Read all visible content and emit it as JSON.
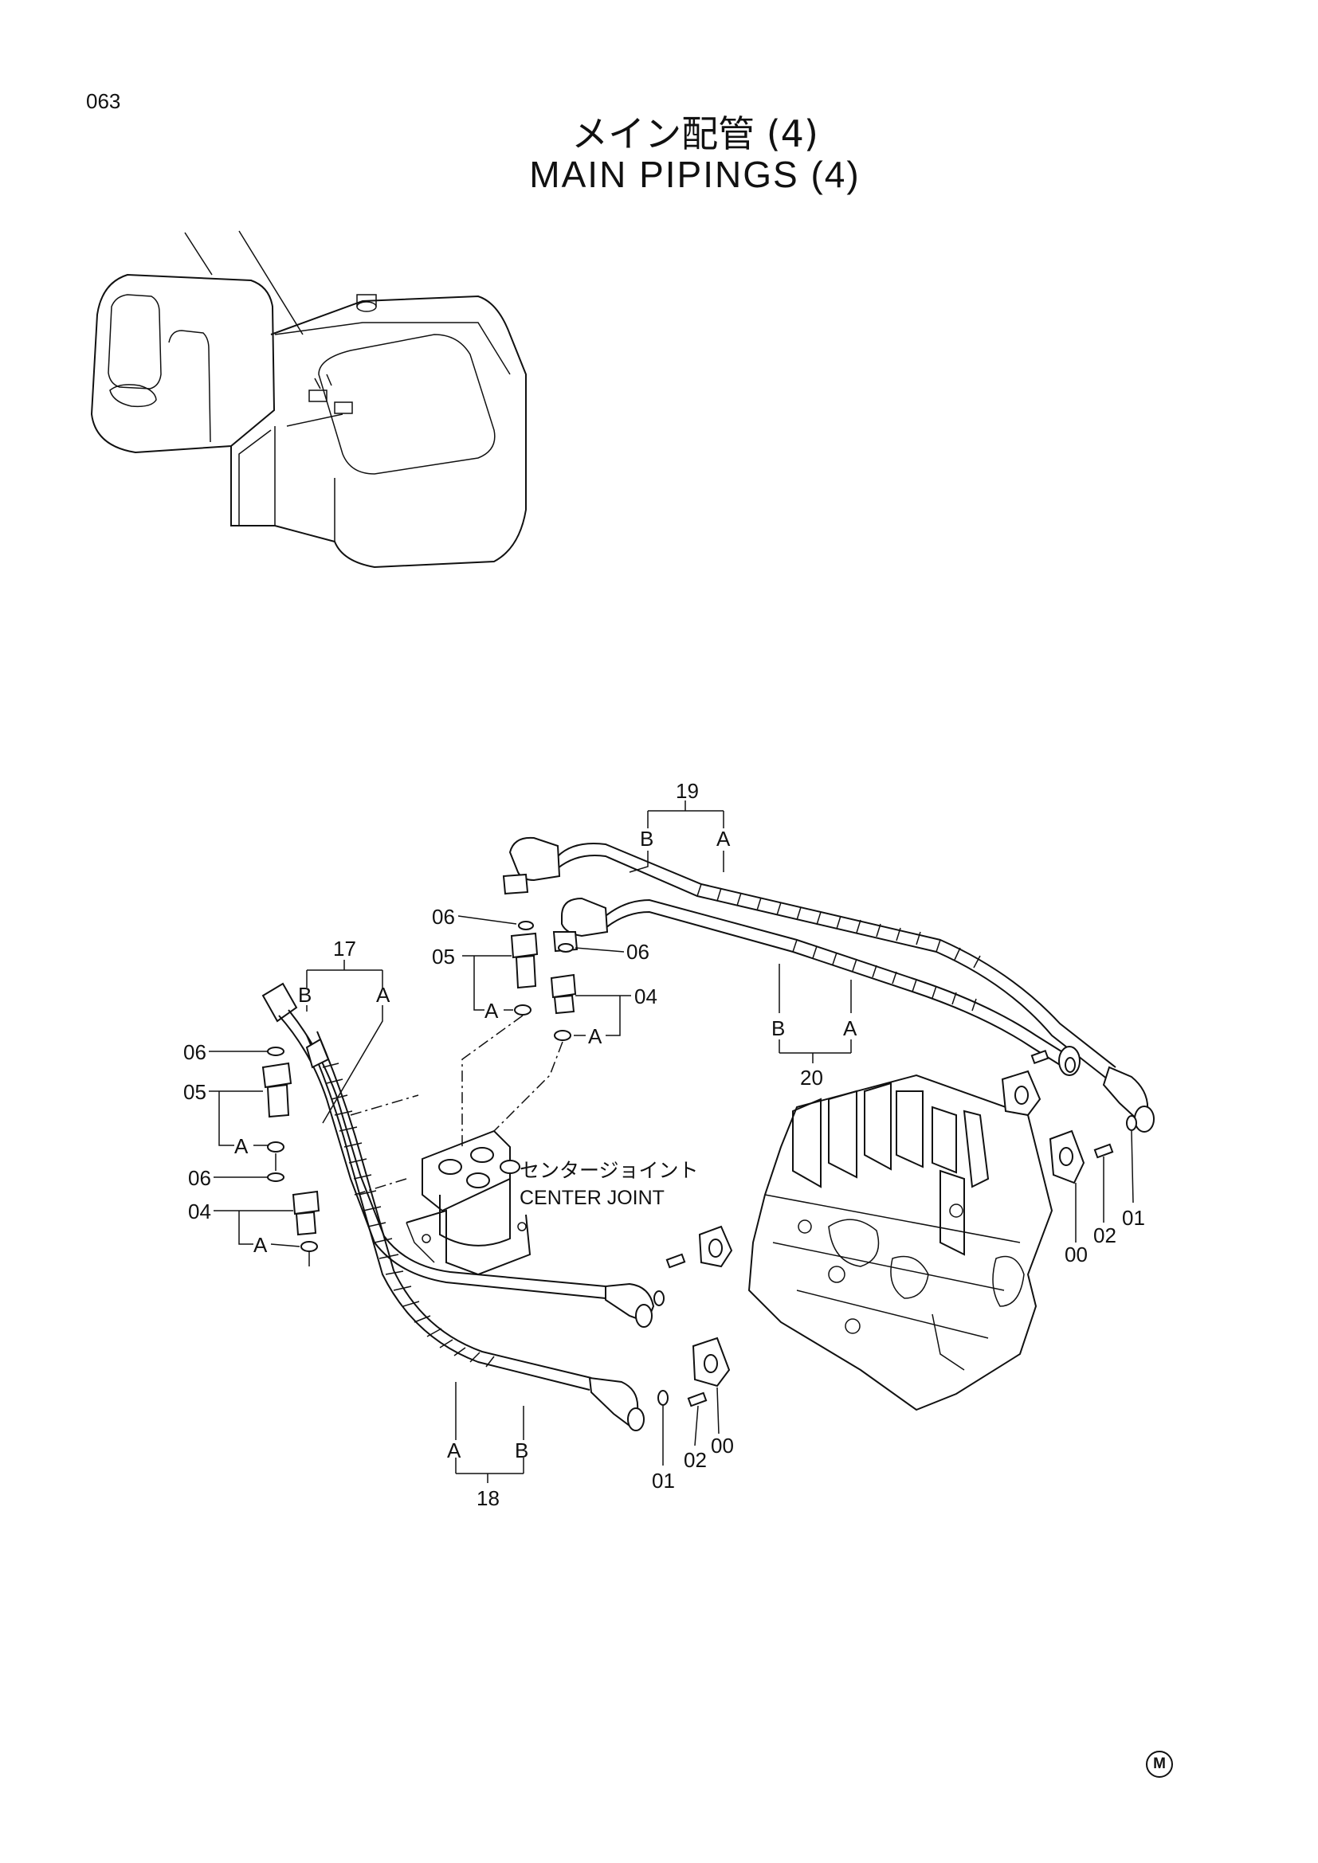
{
  "page_number": "063",
  "title_jp": "メイン配管 (4)",
  "title_en": "MAIN PIPINGS (4)",
  "center_joint": {
    "label_jp": "センタージョイント",
    "label_en": "CENTER JOINT"
  },
  "callouts": {
    "c19": "19",
    "c19_b": "B",
    "c19_a": "A",
    "c20": "20",
    "c20_b": "B",
    "c20_a": "A",
    "c17": "17",
    "c17_b": "B",
    "c17_a": "A",
    "c18": "18",
    "c18_a": "A",
    "c18_b": "B",
    "l_06a": "06",
    "l_05a": "05",
    "l_a1": "A",
    "l_06b": "06",
    "l_04a": "04",
    "l_a2": "A",
    "m_06a": "06",
    "m_05": "05",
    "m_a1": "A",
    "m_06b": "06",
    "m_04": "04",
    "m_a2": "A",
    "r_01": "01",
    "r_02": "02",
    "r_00": "00",
    "b_01": "01",
    "b_02": "02",
    "b_00": "00"
  },
  "corner_mark": "M"
}
